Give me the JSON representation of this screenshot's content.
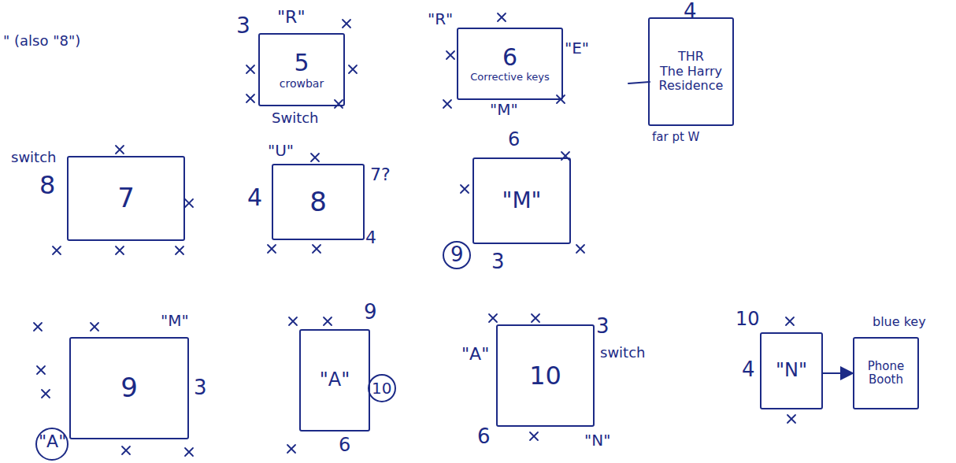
{
  "diagram": {
    "nodes": [
      {
        "text": [
          "5",
          "crowbar"
        ]
      },
      {
        "text": [
          "6",
          "Corrective keys"
        ]
      },
      {
        "text": [
          "THR",
          "The Harry Residence"
        ]
      },
      {
        "text": [
          "7"
        ]
      },
      {
        "text": [
          "8"
        ]
      },
      {
        "text": [
          "\"M\""
        ]
      },
      {
        "text": [
          "9"
        ]
      },
      {
        "text": [
          "\"A\""
        ]
      },
      {
        "text": [
          "10"
        ]
      },
      {
        "text": [
          "\"N\""
        ]
      },
      {
        "text": [
          "Phone Booth"
        ]
      }
    ],
    "edges": [
      {
        "from": 9,
        "to": 10,
        "arrow": "to"
      }
    ],
    "labels": [
      "\" (also \"8\")",
      "3",
      "\"R\"",
      "\"R\"",
      "\"E\"",
      "\"M\"",
      "4",
      "far pt W",
      "Switch",
      "switch",
      "8",
      "\"U\"",
      "4",
      "7?",
      "4",
      "6",
      "9",
      "3",
      "\"M\"",
      "3",
      "\"A\"",
      "9",
      "10",
      "6",
      "\"A\"",
      "3",
      "switch",
      "6",
      "\"N\"",
      "10",
      "4",
      "blue key"
    ]
  }
}
